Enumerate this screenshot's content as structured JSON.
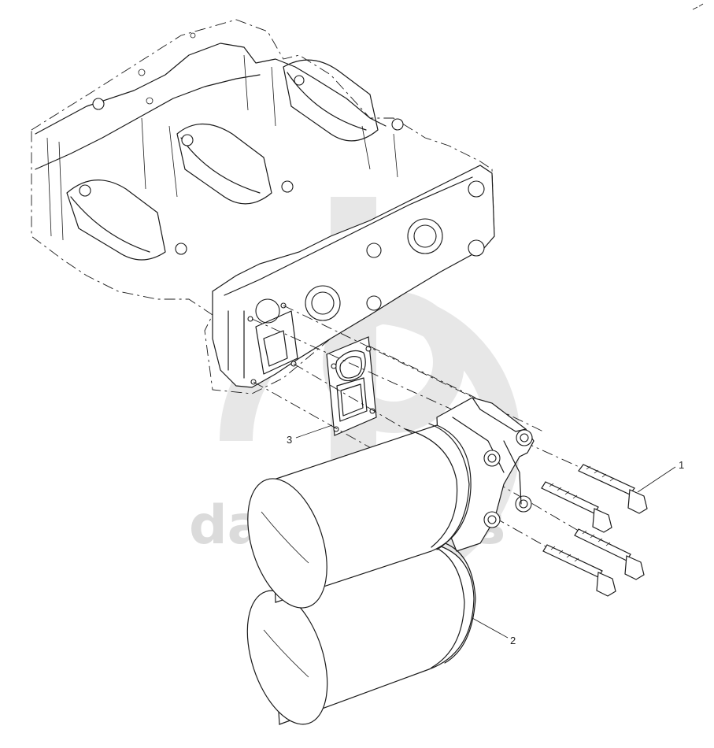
{
  "watermark": {
    "text": "data-parts",
    "color": "#cfcfcf"
  },
  "callouts": [
    {
      "label": "1",
      "part": "bolt"
    },
    {
      "label": "2",
      "part": "oil-filter-housing"
    },
    {
      "label": "3",
      "part": "gasket"
    }
  ],
  "colors": {
    "line": "#1a1a1a",
    "background": "#ffffff",
    "watermark": "#cfcfcf"
  }
}
